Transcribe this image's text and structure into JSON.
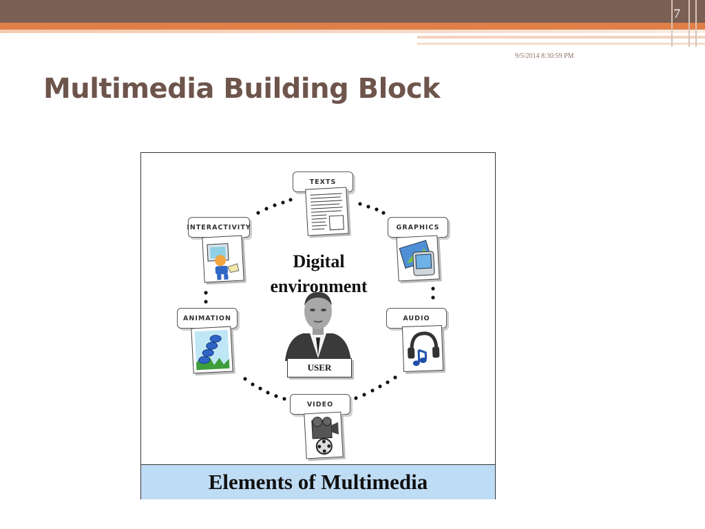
{
  "slide": {
    "number": "7",
    "timestamp": "9/5/2014 8:30:59 PM",
    "title": "Multimedia Building Block"
  },
  "diagram": {
    "center_line1": "Digital",
    "center_line2": "environment",
    "user_label": "USER",
    "caption": "Elements of Multimedia",
    "elements": [
      {
        "label": "TEXTS",
        "icon": "text-document-icon"
      },
      {
        "label": "GRAPHICS",
        "icon": "graphics-tablet-icon"
      },
      {
        "label": "AUDIO",
        "icon": "headphones-music-icon"
      },
      {
        "label": "VIDEO",
        "icon": "video-camera-icon"
      },
      {
        "label": "ANIMATION",
        "icon": "animation-icon"
      },
      {
        "label": "INTERACTIVITY",
        "icon": "interactive-computer-icon"
      }
    ]
  }
}
